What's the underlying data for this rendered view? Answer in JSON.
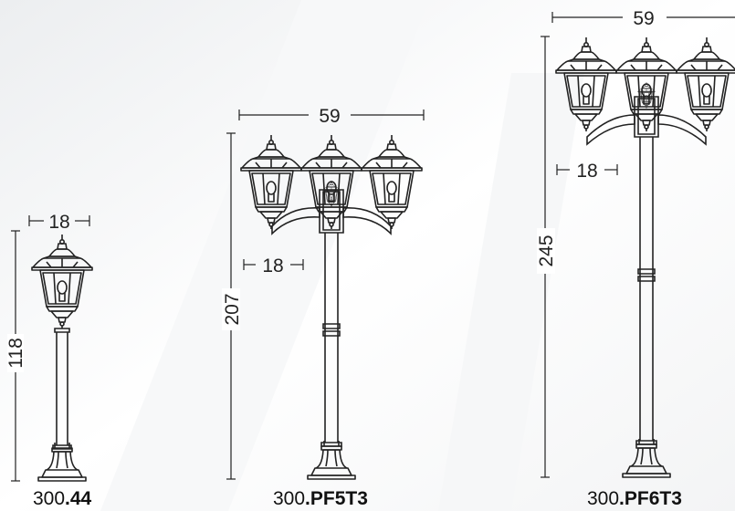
{
  "colors": {
    "line": "#222222",
    "text": "#111111",
    "background": "#ffffff",
    "shade": "#eceef0"
  },
  "products": [
    {
      "code_prefix": "300",
      "code_suffix": ".44",
      "height": "118",
      "lantern_width": "18"
    },
    {
      "code_prefix": "300",
      "code_suffix": ".PF5T3",
      "height": "207",
      "lantern_width": "18",
      "total_width": "59"
    },
    {
      "code_prefix": "300",
      "code_suffix": ".PF6T3",
      "height": "245",
      "lantern_width": "18",
      "total_width": "59"
    }
  ]
}
